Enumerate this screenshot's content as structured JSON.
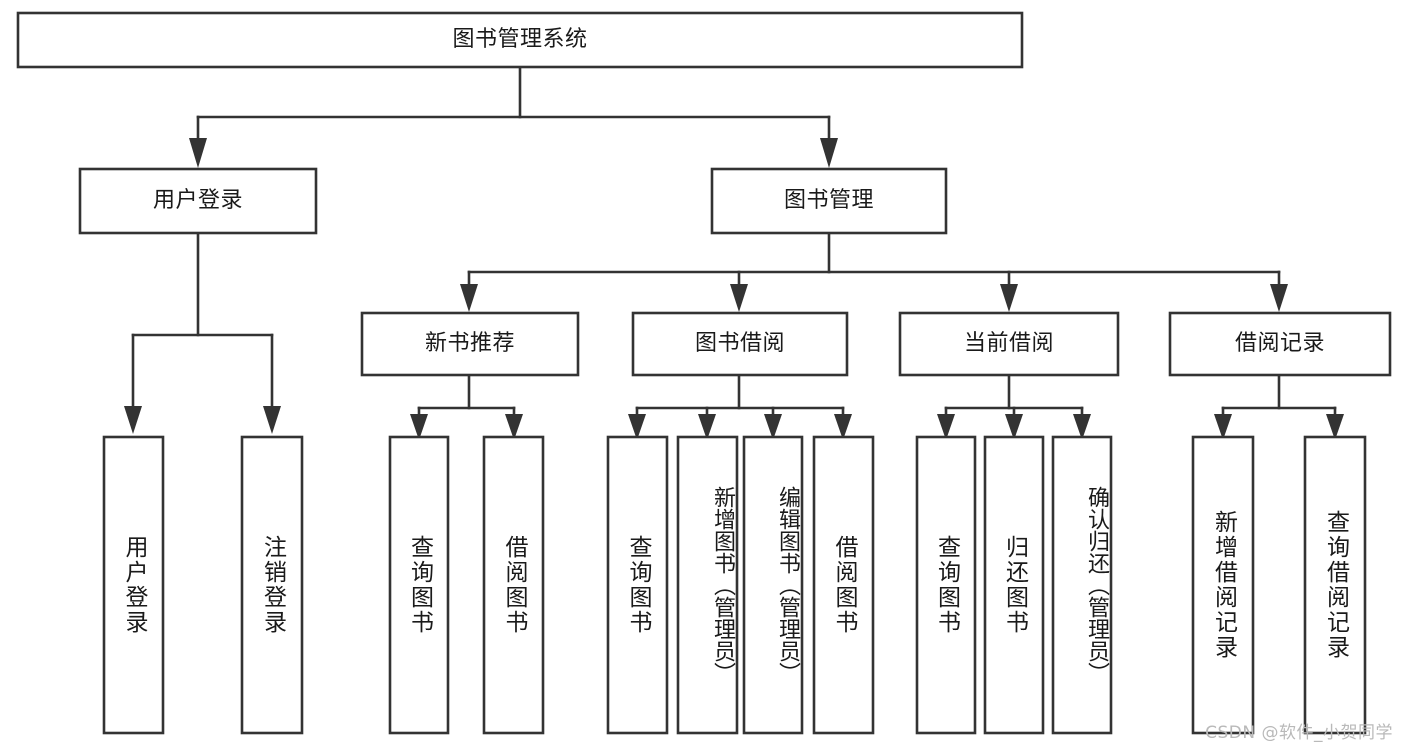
{
  "diagram": {
    "title": "图书管理系统",
    "type": "tree-hierarchy",
    "watermark": "CSDN @软件_小贺同学",
    "colors": {
      "stroke": "#333333",
      "box_fill": "#ffffff",
      "text": "#1a1a1a",
      "background": "#ffffff",
      "watermark": "#b9b9b9"
    },
    "nodes": {
      "root": {
        "label": "图书管理系统",
        "level": 0
      },
      "user_login": {
        "label": "用户登录",
        "level": 1
      },
      "book_manage": {
        "label": "图书管理",
        "level": 1
      },
      "new_book_rec": {
        "label": "新书推荐",
        "level": 2
      },
      "book_borrow": {
        "label": "图书借阅",
        "level": 2
      },
      "current_borrow": {
        "label": "当前借阅",
        "level": 2
      },
      "borrow_record": {
        "label": "借阅记录",
        "level": 2
      },
      "leaf_user_login": {
        "label": "用户登录",
        "level": 3
      },
      "leaf_logout": {
        "label": "注销登录",
        "level": 3
      },
      "leaf_query_book_1": {
        "label": "查询图书",
        "level": 3
      },
      "leaf_borrow_book_1": {
        "label": "借阅图书",
        "level": 3
      },
      "leaf_query_book_2": {
        "label": "查询图书",
        "level": 3
      },
      "leaf_add_book": {
        "label": "新增图书（管理员）",
        "level": 3
      },
      "leaf_edit_book": {
        "label": "编辑图书（管理员）",
        "level": 3
      },
      "leaf_borrow_book_2": {
        "label": "借阅图书",
        "level": 3
      },
      "leaf_query_book_3": {
        "label": "查询图书",
        "level": 3
      },
      "leaf_return_book": {
        "label": "归还图书",
        "level": 3
      },
      "leaf_confirm_return": {
        "label": "确认归还（管理员）",
        "level": 3
      },
      "leaf_add_record": {
        "label": "新增借阅记录",
        "level": 3
      },
      "leaf_query_record": {
        "label": "查询借阅记录",
        "level": 3
      }
    },
    "edges": [
      {
        "from": "root",
        "to": "user_login"
      },
      {
        "from": "root",
        "to": "book_manage"
      },
      {
        "from": "book_manage",
        "to": "new_book_rec"
      },
      {
        "from": "book_manage",
        "to": "book_borrow"
      },
      {
        "from": "book_manage",
        "to": "current_borrow"
      },
      {
        "from": "book_manage",
        "to": "borrow_record"
      },
      {
        "from": "user_login",
        "to": "leaf_user_login"
      },
      {
        "from": "user_login",
        "to": "leaf_logout"
      },
      {
        "from": "new_book_rec",
        "to": "leaf_query_book_1"
      },
      {
        "from": "new_book_rec",
        "to": "leaf_borrow_book_1"
      },
      {
        "from": "book_borrow",
        "to": "leaf_query_book_2"
      },
      {
        "from": "book_borrow",
        "to": "leaf_add_book"
      },
      {
        "from": "book_borrow",
        "to": "leaf_edit_book"
      },
      {
        "from": "book_borrow",
        "to": "leaf_borrow_book_2"
      },
      {
        "from": "current_borrow",
        "to": "leaf_query_book_3"
      },
      {
        "from": "current_borrow",
        "to": "leaf_return_book"
      },
      {
        "from": "current_borrow",
        "to": "leaf_confirm_return"
      },
      {
        "from": "borrow_record",
        "to": "leaf_add_record"
      },
      {
        "from": "borrow_record",
        "to": "leaf_query_record"
      }
    ]
  }
}
